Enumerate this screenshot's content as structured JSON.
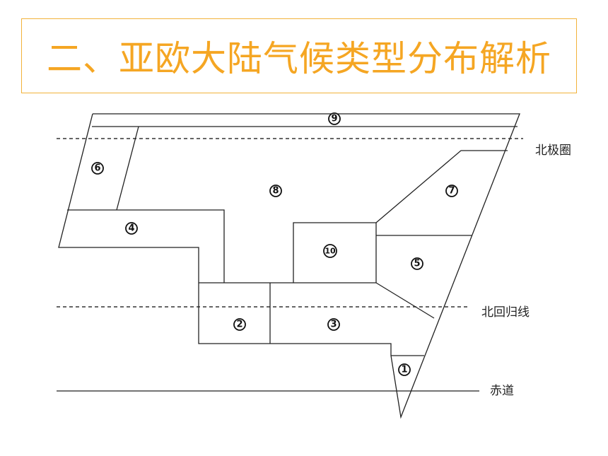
{
  "title": "二、亚欧大陆气候类型分布解析",
  "colors": {
    "title": "#f5a623",
    "title_border": "#f2b23a",
    "lines": "#222222"
  },
  "reference_lines": {
    "arctic_circle": "北极圈",
    "tropic_of_cancer": "北回归线",
    "equator": "赤道"
  },
  "regions": {
    "r1": "1",
    "r2": "2",
    "r3": "3",
    "r4": "4",
    "r5": "5",
    "r6": "6",
    "r7": "7",
    "r8": "8",
    "r9": "9",
    "r10": "10"
  }
}
